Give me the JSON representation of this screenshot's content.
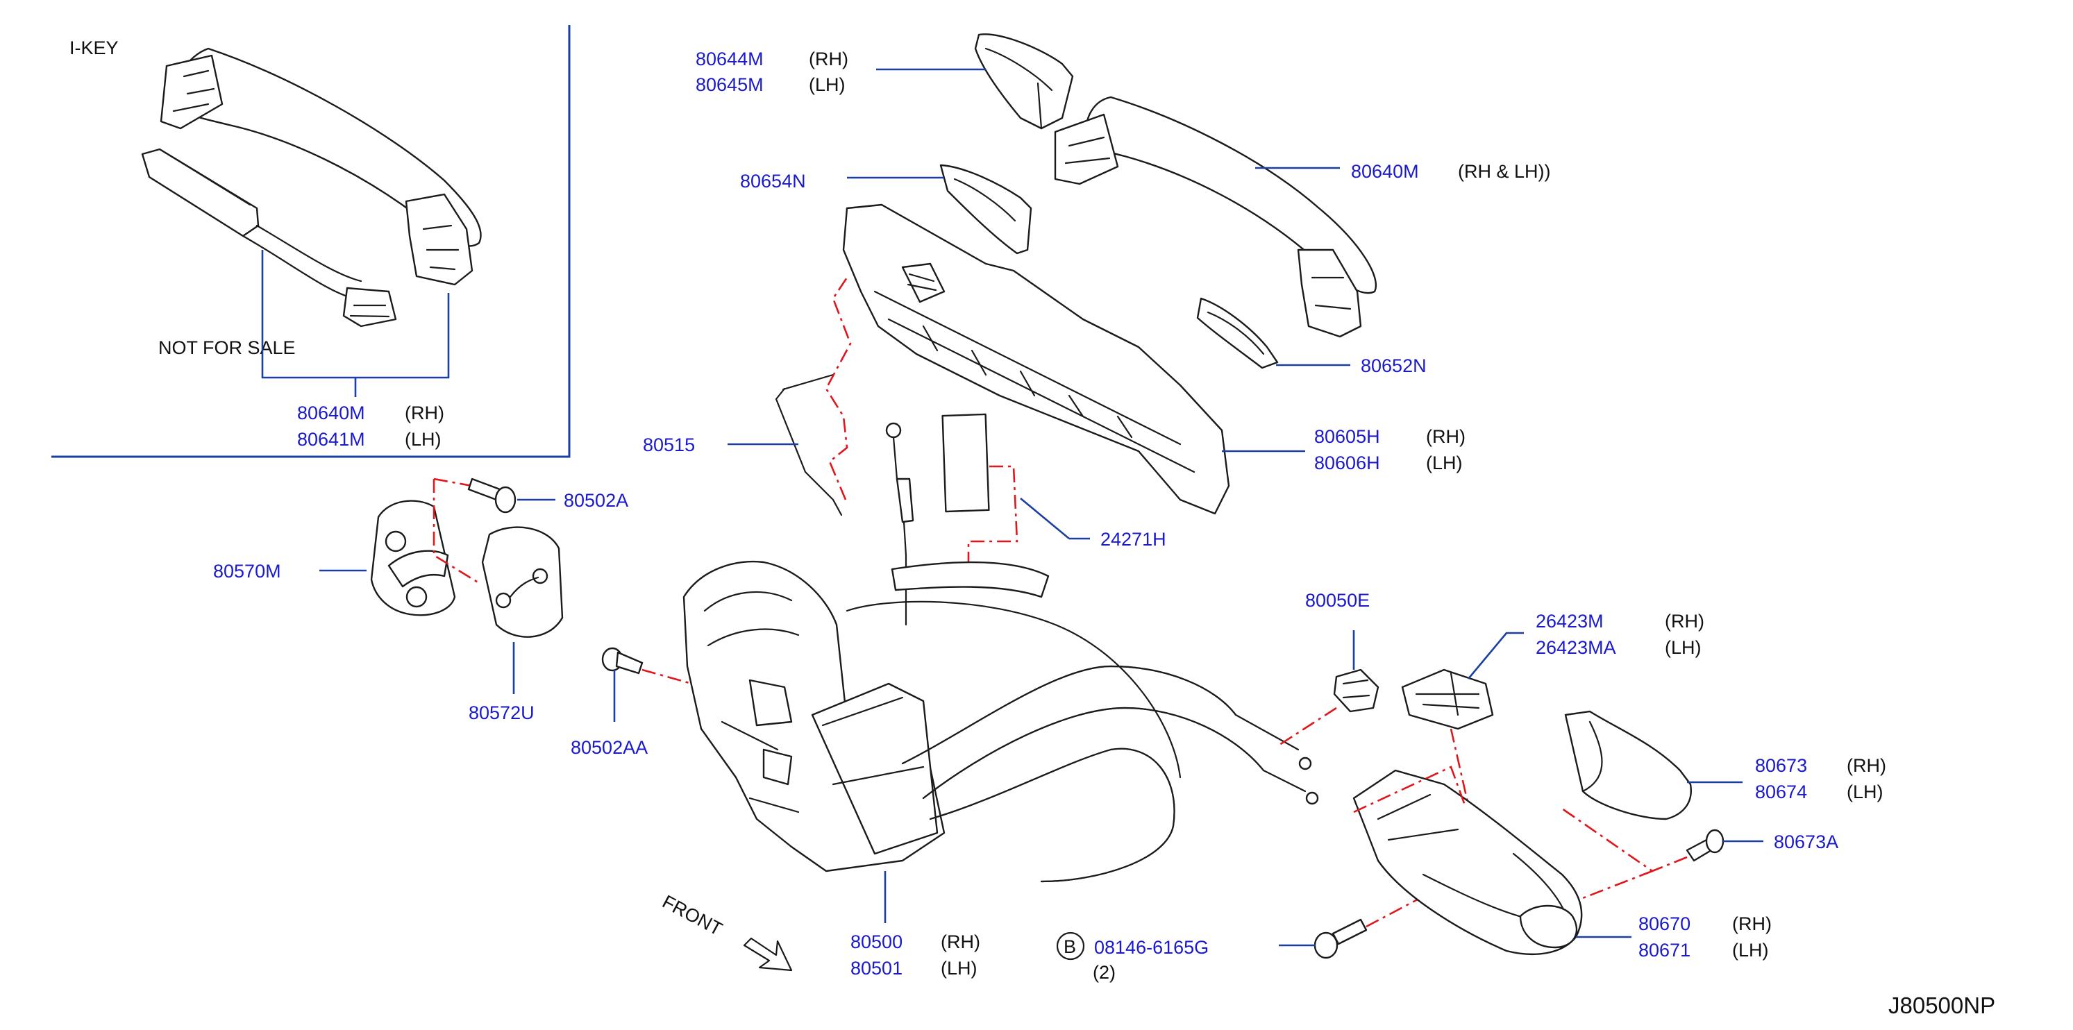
{
  "inset": {
    "title": "I-KEY",
    "note": "NOT FOR SALE"
  },
  "diagram_code": "J80500NP",
  "front_label": "FRONT",
  "callouts": {
    "c80644": {
      "part": "80644M",
      "side": "(RH)"
    },
    "c80645": {
      "part": "80645M",
      "side": "(LH)"
    },
    "c80654": {
      "part": "80654N"
    },
    "c80640b": {
      "part": "80640M",
      "side": "(RH & LH))"
    },
    "c80652": {
      "part": "80652N"
    },
    "c80605": {
      "part": "80605H",
      "side": "(RH)"
    },
    "c80606": {
      "part": "80606H",
      "side": "(LH)"
    },
    "c80515": {
      "part": "80515"
    },
    "c24271": {
      "part": "24271H"
    },
    "c80640a": {
      "part": "80640M",
      "side": "(RH)"
    },
    "c80641": {
      "part": "80641M",
      "side": "(LH)"
    },
    "c80502a": {
      "part": "80502A"
    },
    "c80570": {
      "part": "80570M"
    },
    "c80572": {
      "part": "80572U"
    },
    "c80502aa": {
      "part": "80502AA"
    },
    "c80050": {
      "part": "80050E"
    },
    "c26423": {
      "part": "26423M",
      "side": "(RH)"
    },
    "c26423a": {
      "part": "26423MA",
      "side": "(LH)"
    },
    "c80673": {
      "part": "80673",
      "side": "(RH)"
    },
    "c80674": {
      "part": "80674",
      "side": "(LH)"
    },
    "c80673a": {
      "part": "80673A"
    },
    "c80670": {
      "part": "80670",
      "side": "(RH)"
    },
    "c80671": {
      "part": "80671",
      "side": "(LH)"
    },
    "c80500": {
      "part": "80500",
      "side": "(RH)"
    },
    "c80501": {
      "part": "80501",
      "side": "(LH)"
    },
    "cbolt": {
      "badge": "B",
      "part": "08146-6165G",
      "qty": "(2)"
    }
  }
}
